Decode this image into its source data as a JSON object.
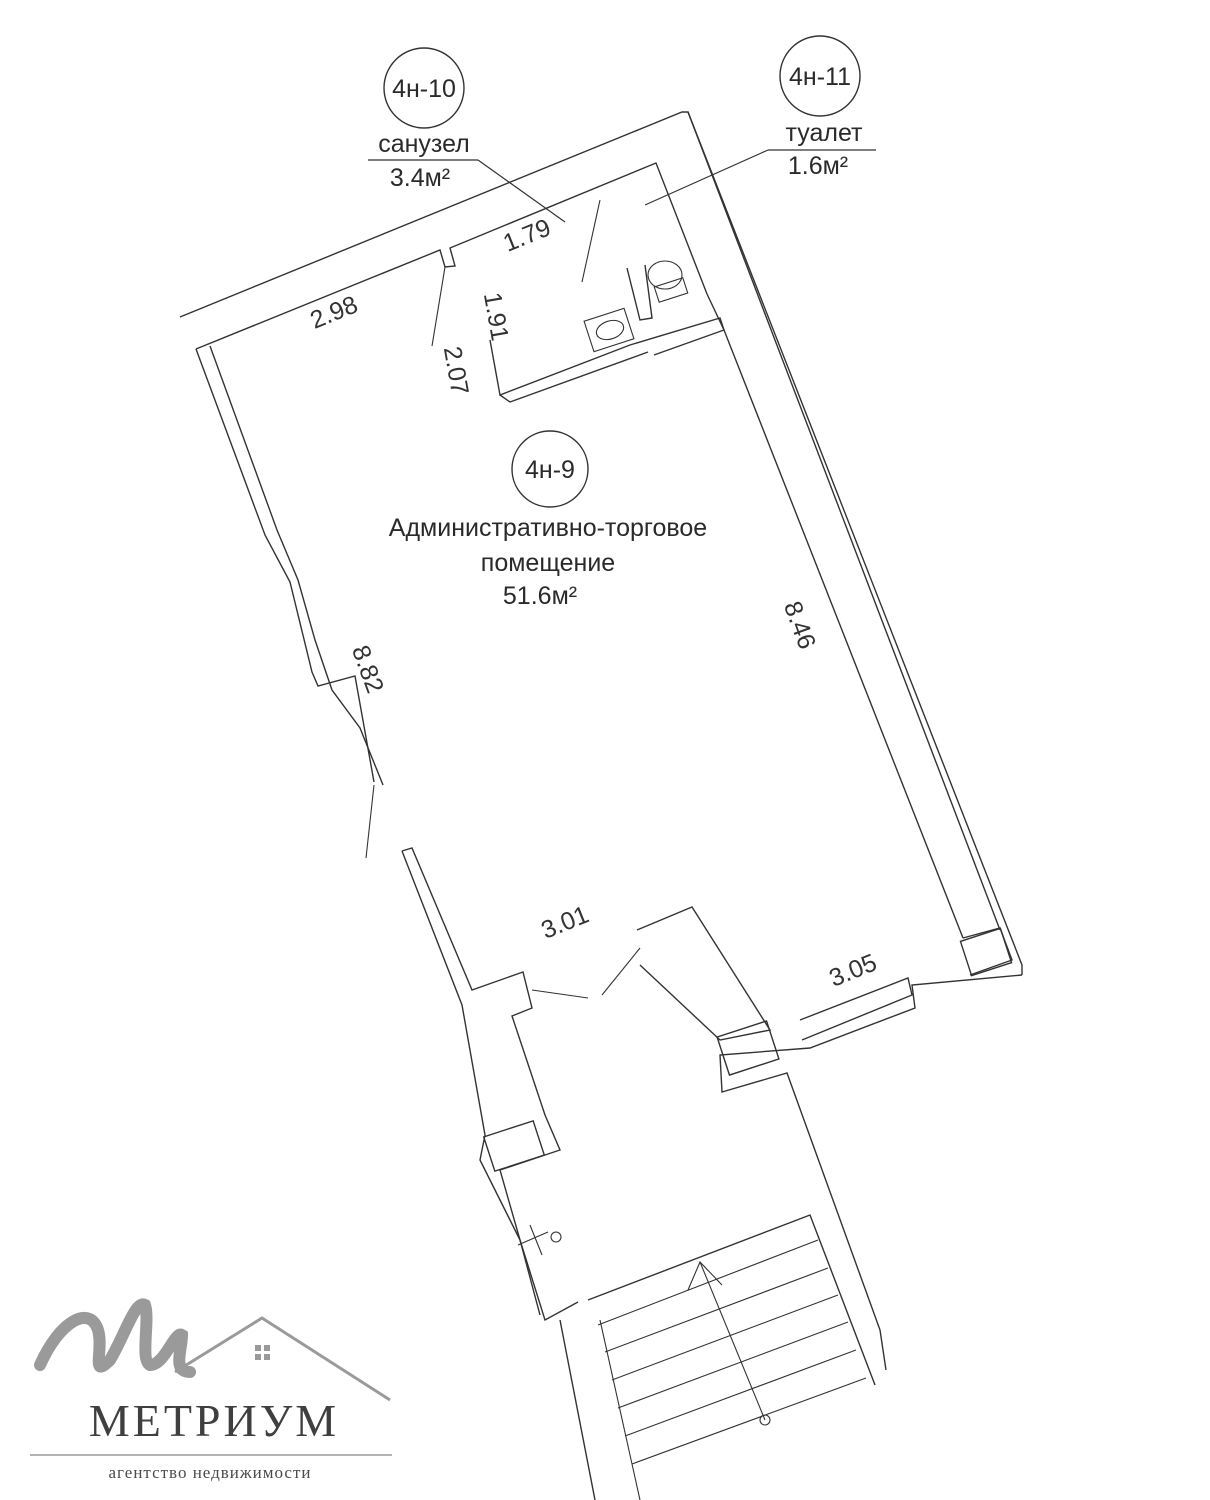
{
  "rooms": {
    "room_9": {
      "badge": "4н-9",
      "name_line1": "Административно-торговое",
      "name_line2": "помещение",
      "area": "51.6м²"
    },
    "room_10": {
      "badge": "4н-10",
      "name": "санузел",
      "area": "3.4м²"
    },
    "room_11": {
      "badge": "4н-11",
      "name": "туалет",
      "area": "1.6м²"
    }
  },
  "dimensions": {
    "d_298": "2.98",
    "d_179": "1.79",
    "d_191": "1.91",
    "d_207": "2.07",
    "d_846": "8.46",
    "d_882": "8.82",
    "d_301": "3.01",
    "d_305": "3.05"
  },
  "brand": {
    "name": "МЕТРИУМ",
    "tagline": "агентство недвижимости"
  },
  "colors": {
    "line": "#333333",
    "logo_grey": "#9a9a9a"
  }
}
